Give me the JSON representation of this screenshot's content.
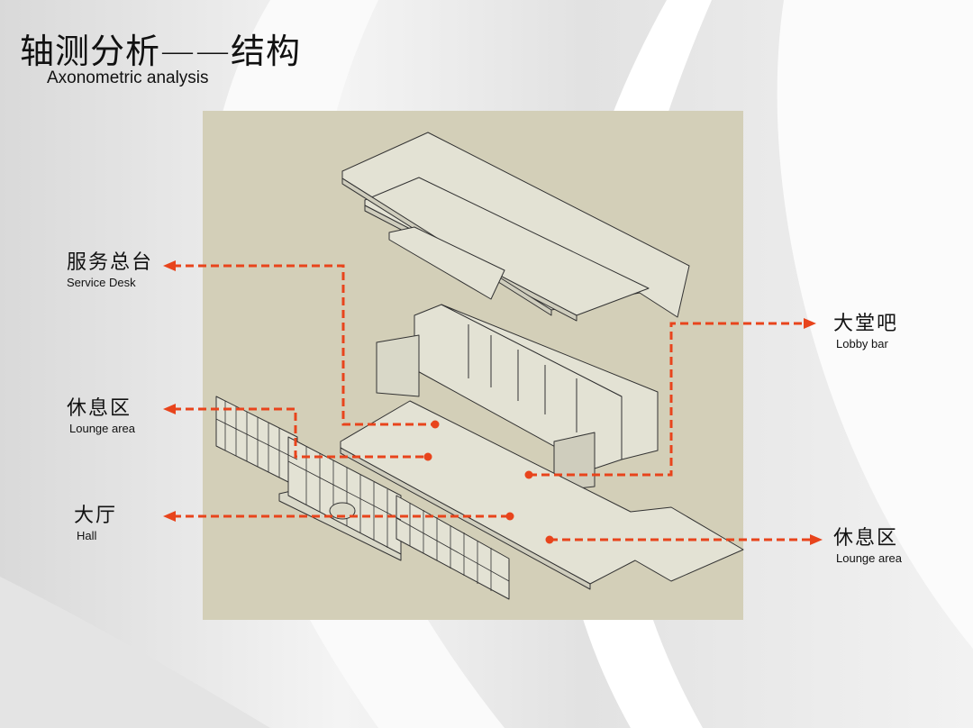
{
  "title": "轴测分析——结构",
  "subtitle": "Axonometric analysis",
  "colors": {
    "accent": "#e8441c",
    "panel": "#d3cfb8",
    "model_face": "#e3e2d4"
  },
  "labels": {
    "service_desk": {
      "zh": "服务总台",
      "en": "Service Desk"
    },
    "lounge_left": {
      "zh": "休息区",
      "en": "Lounge area"
    },
    "hall": {
      "zh": "大厅",
      "en": "Hall"
    },
    "lobby_bar": {
      "zh": "大堂吧",
      "en": "Lobby bar"
    },
    "lounge_right": {
      "zh": "休息区",
      "en": "Lounge area"
    }
  }
}
